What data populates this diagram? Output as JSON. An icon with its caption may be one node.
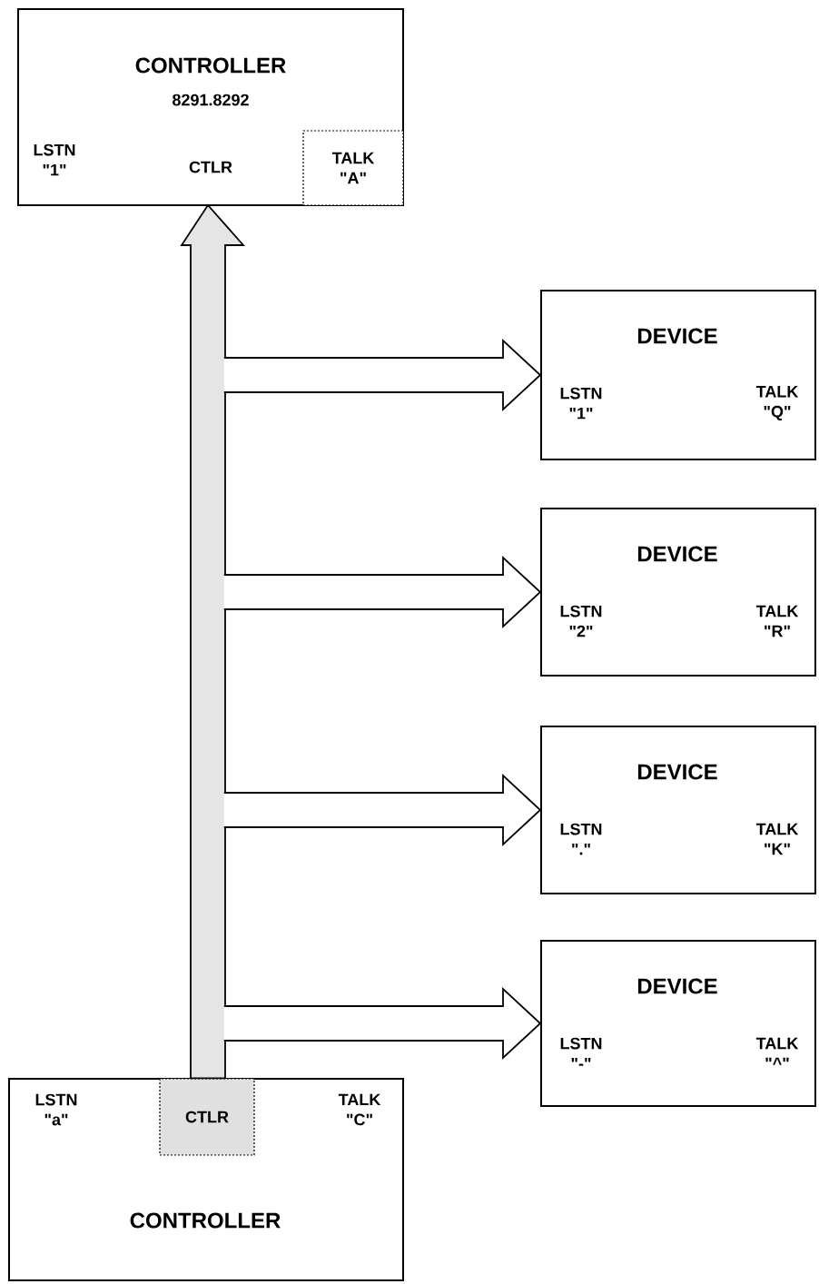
{
  "diagram": {
    "nodes": [
      {
        "text": [
          "CONTROLLER",
          "8291.8292",
          "LSTN \"1\"",
          "CTLR"
        ]
      },
      {
        "text": [
          "TALK \"A\""
        ],
        "in": 0
      },
      {
        "text": [
          "DEVICE",
          "LSTN \"1\"",
          "TALK \"Q\""
        ]
      },
      {
        "text": [
          "DEVICE",
          "LSTN \"2\"",
          "TALK \"R\""
        ]
      },
      {
        "text": [
          "DEVICE",
          "LSTN \".\"",
          "TALK \"K\""
        ]
      },
      {
        "text": [
          "DEVICE",
          "LSTN \"-\"",
          "TALK \"^\""
        ]
      },
      {
        "text": [
          "LSTN \"a\"",
          "TALK \"C\"",
          "CONTROLLER"
        ]
      },
      {
        "text": [
          "CTLR"
        ],
        "in": 6
      }
    ],
    "edges": [
      {
        "from": 7,
        "to": 0,
        "arrow": "to"
      },
      {
        "from": null,
        "to": 2,
        "arrow": "to"
      },
      {
        "from": null,
        "to": 3,
        "arrow": "to"
      },
      {
        "from": null,
        "to": 4,
        "arrow": "to"
      },
      {
        "from": null,
        "to": 5,
        "arrow": "to"
      }
    ]
  }
}
